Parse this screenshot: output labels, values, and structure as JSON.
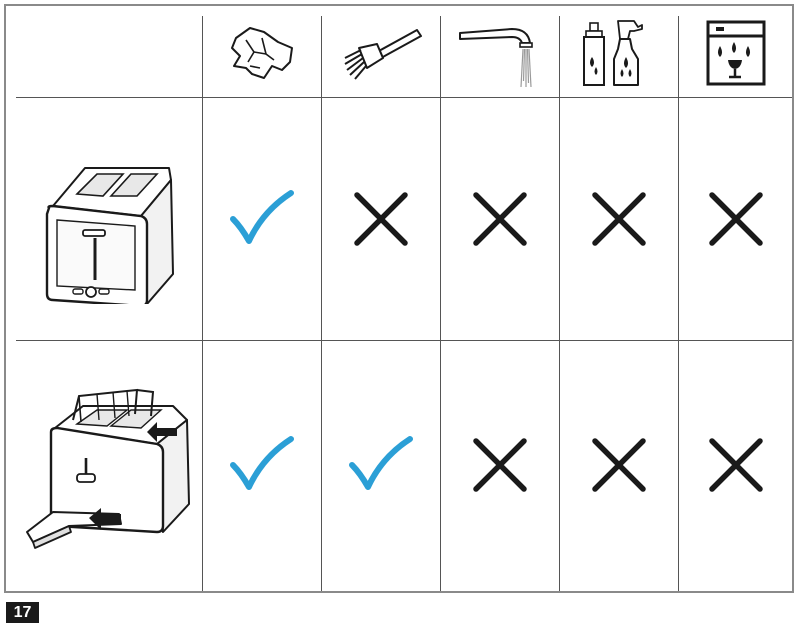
{
  "page_number": "17",
  "columns": [
    {
      "id": "cloth",
      "icon": "damp-cloth-icon"
    },
    {
      "id": "brush",
      "icon": "brush-icon"
    },
    {
      "id": "tap",
      "icon": "running-water-icon"
    },
    {
      "id": "cleaners",
      "icon": "cleaning-agents-icon"
    },
    {
      "id": "dishwasher",
      "icon": "dishwasher-icon"
    }
  ],
  "rows": [
    {
      "id": "toaster-body",
      "icon": "toaster-icon",
      "marks": [
        "allowed",
        "not-allowed",
        "not-allowed",
        "not-allowed",
        "not-allowed"
      ]
    },
    {
      "id": "crumb-tray-and-rack",
      "icon": "toaster-removable-parts-icon",
      "marks": [
        "allowed",
        "allowed",
        "not-allowed",
        "not-allowed",
        "not-allowed"
      ]
    }
  ],
  "colors": {
    "check": "#2b9fd6",
    "cross": "#1a1a1a",
    "grid": "#555555",
    "frame": "#8a8a8a"
  }
}
